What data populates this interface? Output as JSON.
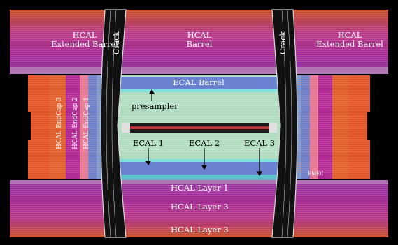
{
  "labels": {
    "hcal_ext_barrel_left": [
      "HCAL",
      "Extended Barrel"
    ],
    "hcal_barrel": [
      "HCAL",
      "Barrel"
    ],
    "hcal_ext_barrel_right": [
      "HCAL",
      "Extended Barrel"
    ],
    "crack_left": "Crack",
    "crack_right": "Crack",
    "ecal_barrel": "ECAL Barrel",
    "presampler": "presampler",
    "hcal_endcap_3": "HCAL EndCap 3",
    "hcal_endcap_2": "HCAL EndCap 2",
    "hcal_endcap_1": "HCAL EndCap 1",
    "ecal_1": "ECAL 1",
    "ecal_2": "ECAL 2",
    "ecal_3": "ECAL 3",
    "emec": "EMEC",
    "hcal_layer_1": "HCAL Layer 1",
    "hcal_layer_3a": "HCAL Layer 3",
    "hcal_layer_3b": "HCAL Layer 3"
  },
  "colors": {
    "background": "#000000",
    "hcal_orange": "#e2562c",
    "hcal_magenta": "#b02a9c",
    "hcal_purple": "#8b2fa8",
    "ecal_blue": "#6a82d0",
    "ecal_green": "#a8d8b8",
    "presampler_cyan": "#7fe0e0",
    "crack_white": "#d8d8d8"
  }
}
